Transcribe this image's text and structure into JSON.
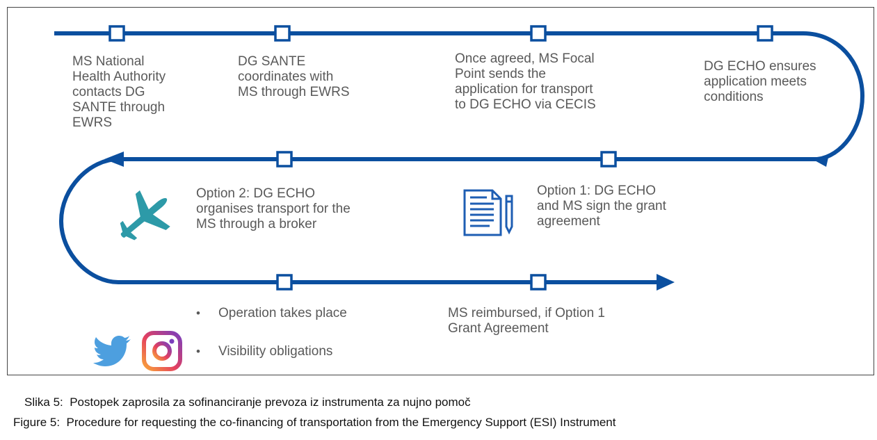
{
  "steps": {
    "s1": [
      "MS National",
      "Health Authority",
      "contacts DG",
      "SANTE through",
      "EWRS"
    ],
    "s2": [
      "DG SANTE",
      "coordinates with",
      "MS through EWRS"
    ],
    "s3": [
      "Once agreed, MS Focal",
      "Point sends the",
      "application for transport",
      "to DG ECHO via CECIS"
    ],
    "s4": [
      "DG ECHO ensures",
      "application meets",
      "conditions"
    ],
    "s5": [
      "Option 1: DG ECHO",
      "and MS sign the grant",
      "agreement"
    ],
    "s6": [
      "Option 2: DG ECHO",
      "organises transport for the",
      "MS through a broker"
    ],
    "s7": [
      "MS reimbursed, if Option 1",
      "Grant Agreement"
    ]
  },
  "bullets": [
    "Operation takes place",
    "Visibility obligations"
  ],
  "captions": {
    "sl": "Slika 5:  Postopek zaprosila za sofinanciranje prevoza iz instrumenta za nujno pomoč",
    "en": "Figure 5:  Procedure for requesting the co-financing of transportation from the Emergency Support (ESI) Instrument"
  },
  "colors": {
    "path": "#0b4f9f",
    "plane": "#2d9aa8",
    "doc": "#1e5eb3",
    "twitter": "#4d9fdf",
    "text": "#595959"
  },
  "icons": [
    "airplane-icon",
    "document-pen-icon",
    "twitter-icon",
    "instagram-icon"
  ]
}
